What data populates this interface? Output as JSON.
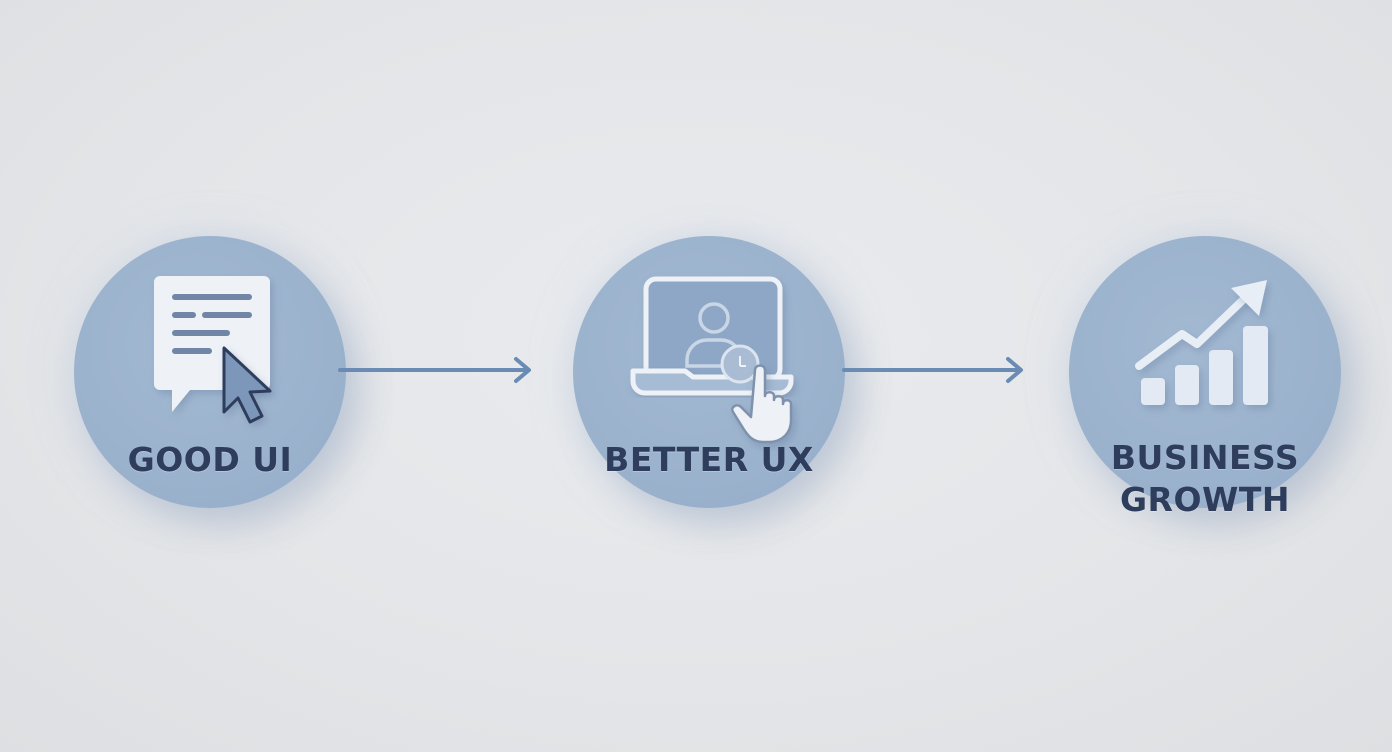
{
  "diagram": {
    "type": "flow",
    "background_color": "#e4e6e9",
    "circle_color": "#9db3ce",
    "label_color": "#2f3d5c",
    "arrow_color": "#6a8bb3",
    "steps": [
      {
        "label": "GOOD UI",
        "icon": "document-with-cursor-icon"
      },
      {
        "label": "BETTER UX",
        "icon": "laptop-user-tap-icon"
      },
      {
        "label_line1": "BUSINESS",
        "label_line2": "GROWTH",
        "icon": "growth-chart-arrow-icon"
      }
    ],
    "connectors": [
      {
        "from": "GOOD UI",
        "to": "BETTER UX",
        "icon": "right-arrow-icon"
      },
      {
        "from": "BETTER UX",
        "to": "BUSINESS GROWTH",
        "icon": "right-arrow-icon"
      }
    ]
  }
}
